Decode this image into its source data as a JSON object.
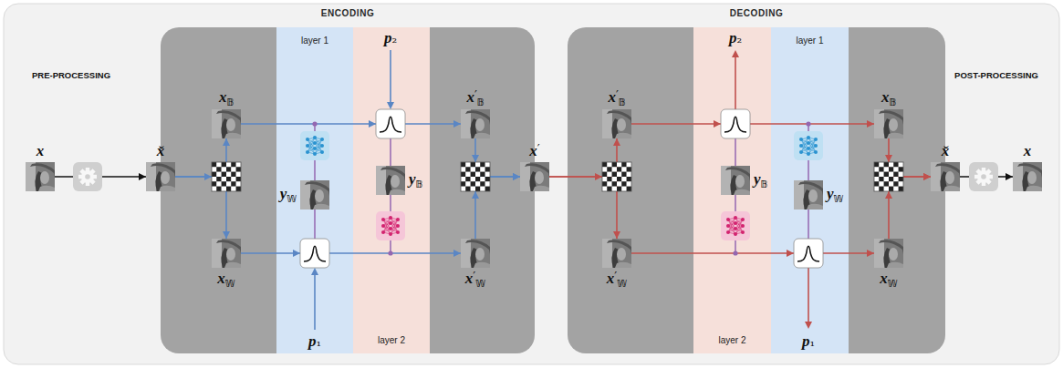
{
  "diagram": {
    "nodes": [
      {
        "text": [
          "x"
        ]
      },
      {
        "text": [
          "x̌"
        ]
      },
      {
        "text": [
          "ENCODING"
        ]
      },
      {
        "text": [
          "layer 1"
        ],
        "in": 2
      },
      {
        "text": [
          "layer 2"
        ],
        "in": 2
      },
      {
        "text": [
          "x𝔹"
        ],
        "in": 2
      },
      {
        "text": [
          "x𝕎"
        ],
        "in": 2
      },
      {
        "text": [
          "y𝕎"
        ],
        "in": 3
      },
      {
        "text": [
          "y𝔹"
        ],
        "in": 4
      },
      {
        "text": [
          "x′𝔹"
        ],
        "in": 2
      },
      {
        "text": [
          "x′𝕎"
        ],
        "in": 2
      },
      {
        "text": [
          "x′"
        ]
      },
      {
        "text": [
          "DECODING"
        ]
      },
      {
        "text": [
          "layer 2"
        ],
        "in": 12
      },
      {
        "text": [
          "layer 1"
        ],
        "in": 12
      },
      {
        "text": [
          "x′𝔹"
        ],
        "in": 12
      },
      {
        "text": [
          "x′𝕎"
        ],
        "in": 12
      },
      {
        "text": [
          "y𝔹"
        ],
        "in": 13
      },
      {
        "text": [
          "y𝕎"
        ],
        "in": 14
      },
      {
        "text": [
          "x𝔹"
        ],
        "in": 12
      },
      {
        "text": [
          "x𝕎"
        ],
        "in": 12
      },
      {
        "text": [
          "x̌"
        ]
      },
      {
        "text": [
          "x"
        ]
      }
    ],
    "edges": [
      {
        "from": 0,
        "to": 1,
        "arrow": "to"
      },
      {
        "from": 1,
        "to": 5,
        "arrow": "to"
      },
      {
        "from": 1,
        "to": 6,
        "arrow": "to"
      },
      {
        "from": 5,
        "to": 9,
        "arrow": "to"
      },
      {
        "from": 6,
        "to": 10,
        "arrow": "to"
      },
      {
        "from": 9,
        "to": 11,
        "arrow": "to"
      },
      {
        "from": 10,
        "to": 11,
        "arrow": "to"
      },
      {
        "from": 11,
        "to": 15,
        "arrow": "to"
      },
      {
        "from": 11,
        "to": 16,
        "arrow": "to"
      },
      {
        "from": 15,
        "to": 19,
        "arrow": "to"
      },
      {
        "from": 16,
        "to": 20,
        "arrow": "to"
      },
      {
        "from": 19,
        "to": 21,
        "arrow": "to"
      },
      {
        "from": 20,
        "to": 21,
        "arrow": "to"
      },
      {
        "from": 21,
        "to": 22,
        "arrow": "to"
      }
    ],
    "labels": [
      "PRE-PROCESSING",
      "p₂",
      "p₁",
      "p₂",
      "p₁",
      "POST-PROCESSING"
    ]
  }
}
